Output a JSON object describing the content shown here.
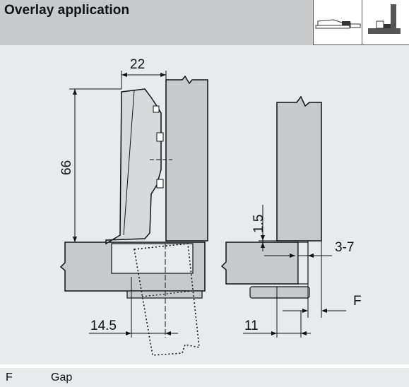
{
  "header": {
    "title": "Overlay application",
    "icons": [
      "hinge-overlay-top-view-icon",
      "hinge-overlay-side-view-icon"
    ]
  },
  "diagram": {
    "dimensions": {
      "width": "22",
      "height": "66",
      "drilling_distance": "14.5",
      "base_offset": "1.5",
      "overlay_range": "3-7",
      "gap": "F",
      "edge_distance": "11"
    }
  },
  "legend": [
    {
      "key": "F",
      "value": "Gap"
    }
  ],
  "colors": {
    "header": "#c9cacc",
    "background": "#e9eaeb",
    "cabinet": "#c8c9cb",
    "line": "#111111"
  }
}
